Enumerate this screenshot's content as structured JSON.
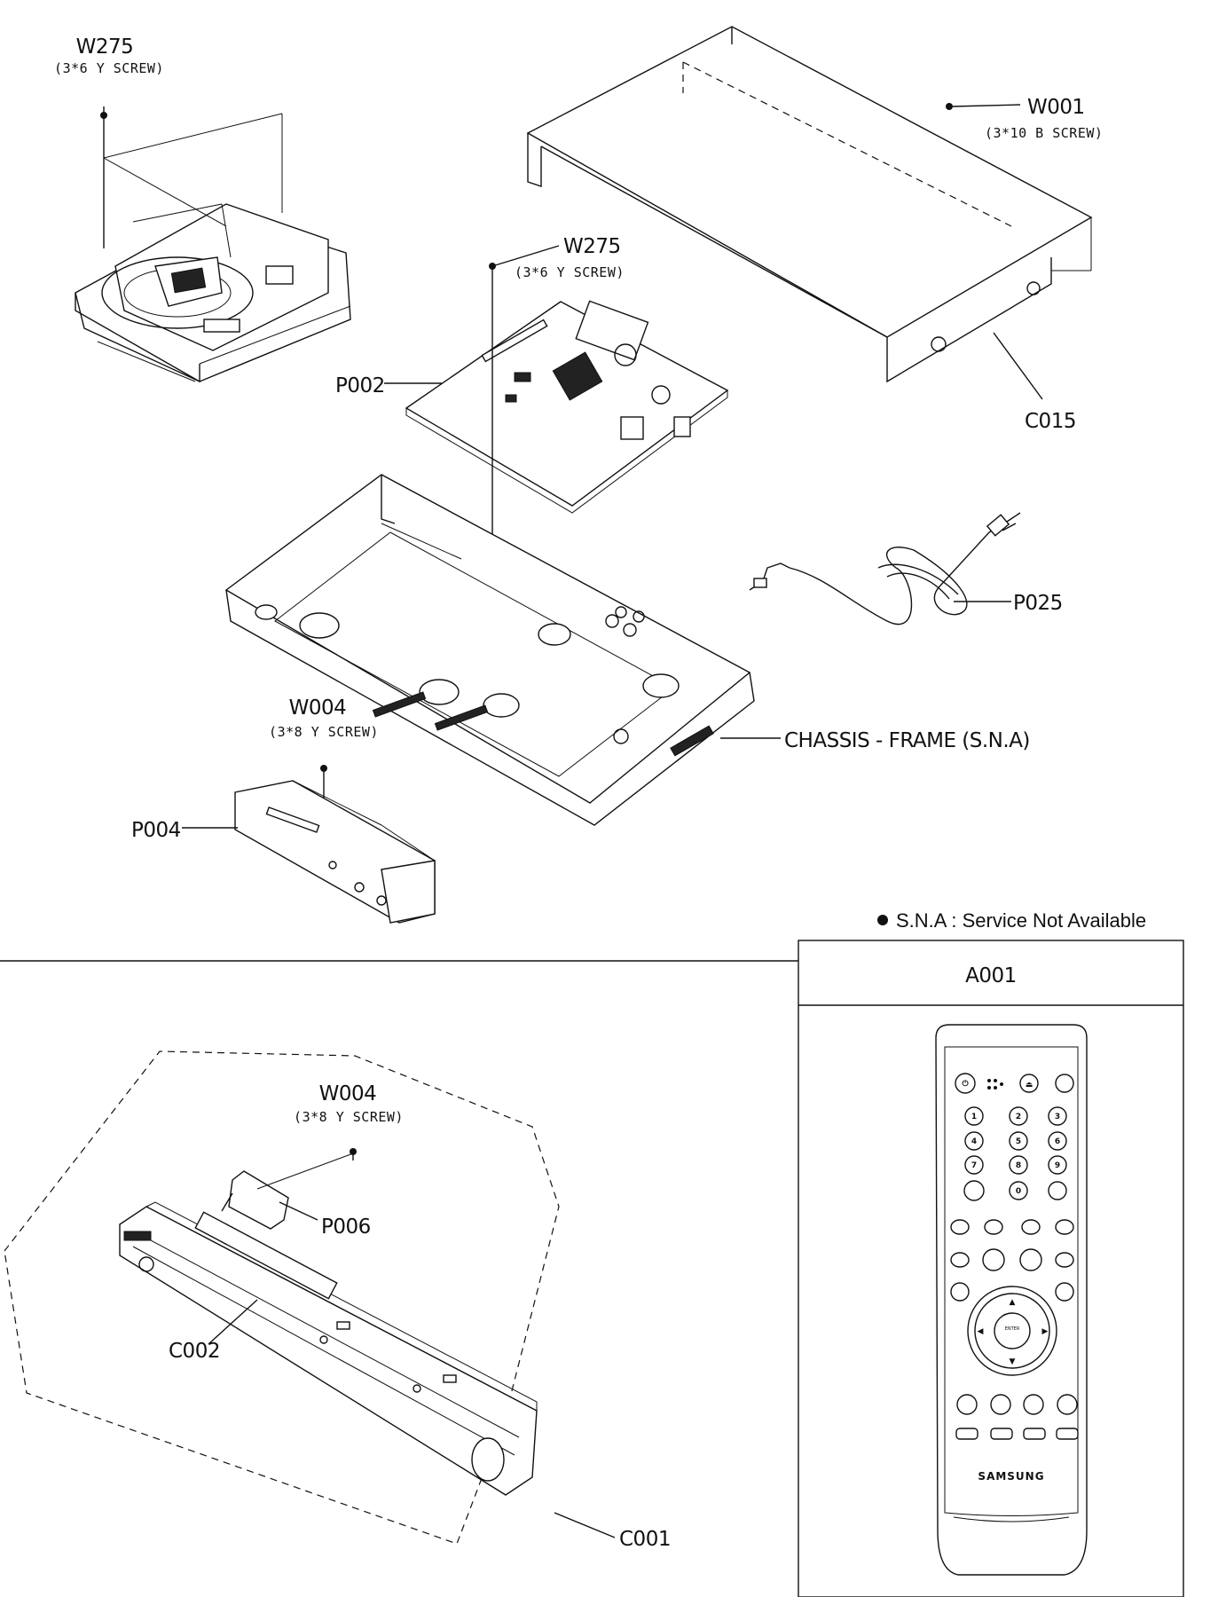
{
  "labels": {
    "w275_top": "W275",
    "w275_top_spec": "(3*6 Y SCREW)",
    "w001": "W001",
    "w001_spec": "(3*10 B SCREW)",
    "w275_mid": "W275",
    "w275_mid_spec": "(3*6 Y SCREW)",
    "p002": "P002",
    "c015": "C015",
    "p025": "P025",
    "chassis": "CHASSIS - FRAME (S.N.A)",
    "w004_mid": "W004",
    "w004_mid_spec": "(3*8 Y SCREW)",
    "p004": "P004",
    "sna_note": "S.N.A : Service Not Available",
    "a001": "A001",
    "w004_bottom": "W004",
    "w004_bottom_spec": "(3*8 Y SCREW)",
    "p006": "P006",
    "c002": "C002",
    "c001": "C001"
  },
  "remote": {
    "brand": "SAMSUNG",
    "digits": [
      "1",
      "2",
      "3",
      "4",
      "5",
      "6",
      "7",
      "8",
      "9",
      "0"
    ],
    "enter": "ENTER"
  }
}
